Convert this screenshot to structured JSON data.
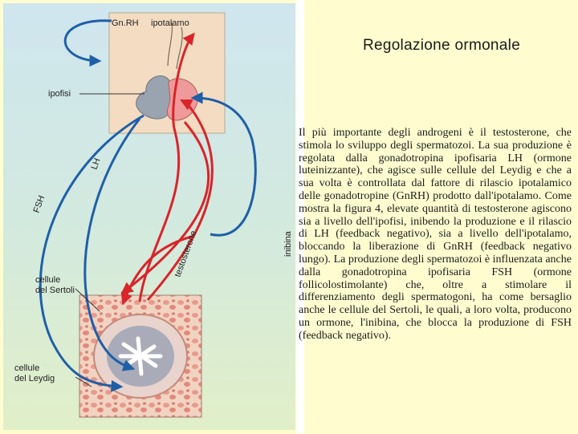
{
  "slide": {
    "title": "Regolazione ormonale",
    "body": "Il più importante degli androgeni è il testosterone, che stimola lo sviluppo degli spermatozoi. La sua produzione è regolata dalla gonadotropina ipofisaria LH (ormone luteinizzante), che agisce sulle cellule del Leydig e che a sua volta è controllata dal fattore di rilascio ipotalamico delle gonadotropine (GnRH) prodotto dall'ipotalamo. Come mostra la figura 4, elevate quantità di testosterone agiscono sia a livello dell'ipofisi, inibendo la produzione e il rilascio di LH (feedback negativo), sia a livello dell'ipotalamo, bloccando la liberazione di GnRH (feedback negativo lungo). La produzione degli spermatozoi è influenzata anche dalla gonadotropina ipofisaria FSH (ormone follicolostimolante) che, oltre a stimolare il differenziamento degli spermatogoni, ha come bersaglio anche le cellule del Sertoli, le quali, a loro volta, producono un ormone, l'inibina, che blocca la produzione di FSH (feedback negativo)."
  },
  "diagram": {
    "labels": {
      "gnrh": "Gn.RH",
      "ipotalamo": "ipotalamo",
      "ipofisi": "ipofisi",
      "lh": "LH",
      "fsh": "FSH",
      "testosterone": "testosterone",
      "inibina": "inibina",
      "sertoli_1": "cellule",
      "sertoli_2": "del Sertoli",
      "leydig_1": "cellule",
      "leydig_2": "del Leydig"
    },
    "colors": {
      "blue_arrow": "#1e5fa8",
      "red_arrow": "#d9242a",
      "brain_box": "#f3dcc2",
      "pituitary_posterior": "#9aa3b0",
      "pituitary_anterior": "#ef9a9a",
      "tissue": "#f2c9b5"
    }
  }
}
